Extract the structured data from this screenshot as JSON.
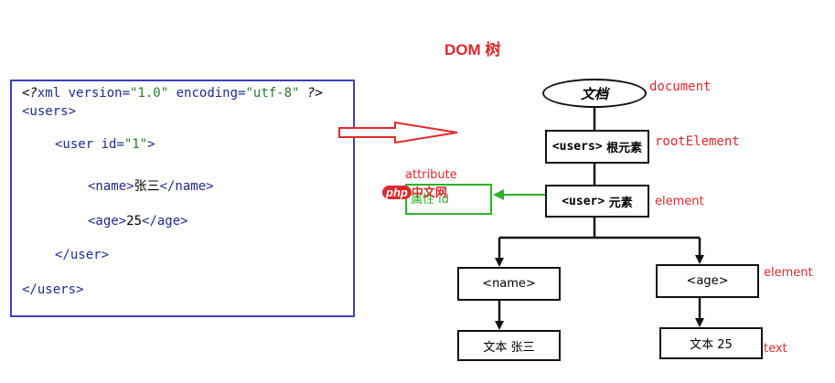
{
  "title": "DOM 树",
  "xml": {
    "decl_open": "<?",
    "decl_xml": "xml",
    "decl_version_key": " version=",
    "decl_version_val": "\"1.0\"",
    "decl_encoding_key": " encoding=",
    "decl_encoding_val": "\"utf-8\"",
    "decl_close": " ?>",
    "users_open": "<users>",
    "user_open_start": "<user",
    "user_id_key": " id=",
    "user_id_val": "\"1\"",
    "user_open_end": ">",
    "name_open": "<name>",
    "name_text": "张三",
    "name_close": "</name>",
    "age_open": "<age>",
    "age_text": "25",
    "age_close": "</age>",
    "user_close": "</user>",
    "users_close": "</users>"
  },
  "tree": {
    "document_node": "文档",
    "document_label": "document",
    "root_tag": "<users>",
    "root_text": "根元素",
    "root_label": "rootElement",
    "user_tag": "<user>",
    "user_text": "元素",
    "user_label": "element",
    "attribute_label": "attribute",
    "attribute_text": "属性 id",
    "name_node": "<name>",
    "age_node": "<age>",
    "age_label": "element",
    "name_text_node": "文本 张三",
    "age_text_node": "文本 25",
    "text_label": "text"
  },
  "watermark": {
    "badge": "php",
    "site": "中文网"
  },
  "colors": {
    "accent_red": "#e0282c",
    "xml_border": "#3f3fbf",
    "attr_green": "#2bb32b"
  }
}
